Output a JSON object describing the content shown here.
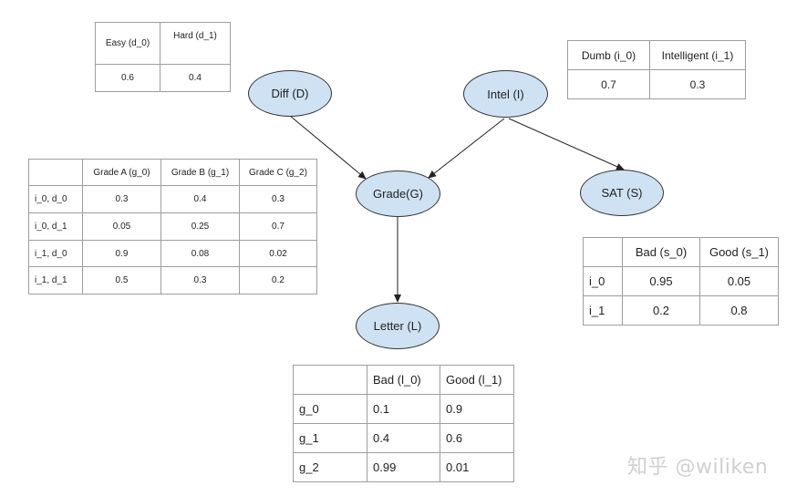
{
  "nodes": {
    "diff": "Diff (D)",
    "intel": "Intel (I)",
    "grade": "Grade(G)",
    "sat": "SAT (S)",
    "letter": "Letter (L)"
  },
  "edges": [
    {
      "from": "diff",
      "to": "grade"
    },
    {
      "from": "intel",
      "to": "grade"
    },
    {
      "from": "intel",
      "to": "sat"
    },
    {
      "from": "grade",
      "to": "letter"
    }
  ],
  "tables": {
    "difficulty": {
      "headers": [
        "Easy (d_0)",
        "Hard (d_1)"
      ],
      "values": [
        "0.6",
        "0.4"
      ]
    },
    "intelligence": {
      "headers": [
        "Dumb (i_0)",
        "Intelligent (i_1)"
      ],
      "values": [
        "0.7",
        "0.3"
      ]
    },
    "grade": {
      "headers": [
        "",
        "Grade A (g_0)",
        "Grade B (g_1)",
        "Grade C (g_2)"
      ],
      "rows": [
        {
          "label": "i_0, d_0",
          "values": [
            "0.3",
            "0.4",
            "0.3"
          ]
        },
        {
          "label": "i_0, d_1",
          "values": [
            "0.05",
            "0.25",
            "0.7"
          ]
        },
        {
          "label": "i_1, d_0",
          "values": [
            "0.9",
            "0.08",
            "0.02"
          ]
        },
        {
          "label": "i_1, d_1",
          "values": [
            "0.5",
            "0.3",
            "0.2"
          ]
        }
      ]
    },
    "sat": {
      "headers": [
        "",
        "Bad (s_0)",
        "Good (s_1)"
      ],
      "rows": [
        {
          "label": "i_0",
          "values": [
            "0.95",
            "0.05"
          ]
        },
        {
          "label": "i_1",
          "values": [
            "0.2",
            "0.8"
          ]
        }
      ]
    },
    "letter": {
      "headers": [
        "",
        "Bad (l_0)",
        "Good (l_1)"
      ],
      "rows": [
        {
          "label": "g_0",
          "values": [
            "0.1",
            "0.9"
          ]
        },
        {
          "label": "g_1",
          "values": [
            "0.4",
            "0.6"
          ]
        },
        {
          "label": "g_2",
          "values": [
            "0.99",
            "0.01"
          ]
        }
      ]
    }
  },
  "watermark": "知乎 @wiliken"
}
